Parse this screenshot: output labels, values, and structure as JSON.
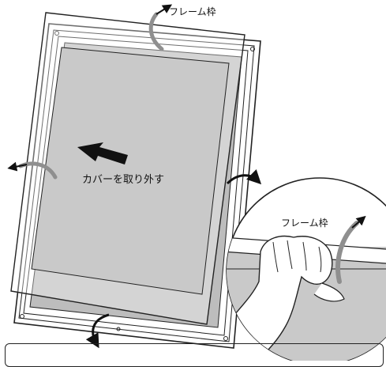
{
  "labels": {
    "frame_top": "フレーム枠",
    "remove_cover": "カバーを取り外す",
    "frame_detail": "フレーム枠"
  },
  "colors": {
    "panel_gray": "#c9c9c9",
    "panel_inner": "#bdbdbd",
    "arrow_gray": "#8f8f8f",
    "line": "#222222"
  }
}
